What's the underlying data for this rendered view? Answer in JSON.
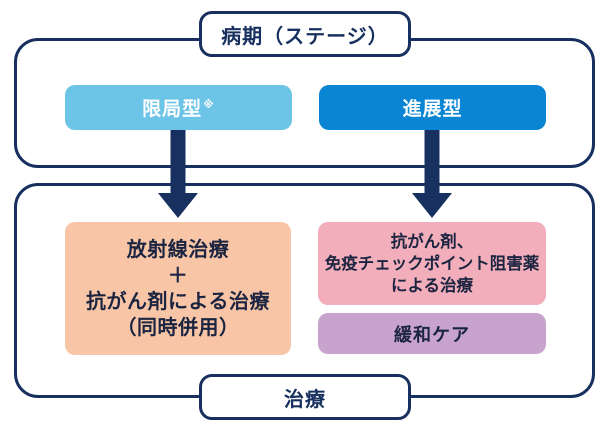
{
  "diagram": {
    "top_label": "病期（ステージ）",
    "bottom_label": "治療",
    "stages": {
      "limited": {
        "label": "限局型",
        "note_mark": "※"
      },
      "extensive": {
        "label": "進展型"
      }
    },
    "treatments": {
      "limited": {
        "lines": [
          "放射線治療",
          "＋",
          "抗がん剤による治療",
          "（同時併用）"
        ]
      },
      "extensive": {
        "lines": [
          "抗がん剤、",
          "免疫チェックポイント阻害薬",
          "による治療"
        ]
      },
      "palliative": {
        "label": "緩和ケア"
      }
    },
    "colors": {
      "navy": "#17305f",
      "limited_bg": "#6cc4e6",
      "extensive_bg": "#0985d3",
      "radiation_bg": "#f8c5a6",
      "chemo_bg": "#f3aebb",
      "palliative_bg": "#c7a3cd",
      "box_text": "#1b2440",
      "white": "#ffffff"
    }
  }
}
